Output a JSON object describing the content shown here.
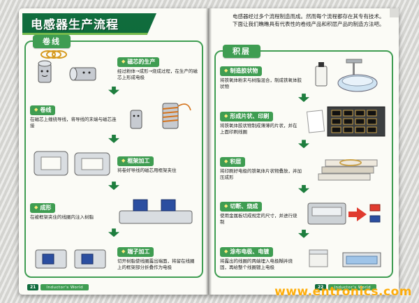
{
  "header": {
    "title": "电感器生产流程"
  },
  "intro": {
    "text": "电感器经过多个流程制造而成。然而每个流程都存在其专有技术。下面让我们瞧瞧具有代表性的卷线产品和积层产品的制造方法吧。"
  },
  "markers": {
    "diamond": "◆"
  },
  "watermark": {
    "text": "www.entronics.com"
  },
  "colors": {
    "accent_green": "#3f9d52",
    "dark_green": "#0f6b3c",
    "arrow_green": "#1e7e3e",
    "watermark_orange": "#ffaa00"
  },
  "left_page": {
    "section_label": "卷线",
    "page_number": "21",
    "footer_text": "Inductor's World",
    "steps": [
      {
        "title": "磁芯的生产",
        "desc": "经过粉体→成形→烧成过程，在生产的磁芯上形成电极"
      },
      {
        "title": "卷线",
        "desc": "在磁芯上缠绕导线，将导线的末端与磁芯连接"
      },
      {
        "title": "框架加工",
        "desc": "将卷好导线的磁芯用框架夹住"
      },
      {
        "title": "成形",
        "desc": "在被框架夹住的线圈内注入树脂"
      },
      {
        "title": "端子加工",
        "desc": "切开树脂使线圈露出端面，将留在线圈上的框架部分折叠作为电极"
      }
    ]
  },
  "right_page": {
    "section_label": "积层",
    "page_number": "22",
    "footer_text": "Inductor's World",
    "steps": [
      {
        "title": "制造胶状物",
        "desc": "将铁氧体粉末与树脂混合，制成铁氧体胶状物"
      },
      {
        "title": "形成片状、印刷",
        "desc": "将铁氧体胶状物制成薄薄的片状，并在上面印刷线圈"
      },
      {
        "title": "积层",
        "desc": "将印刷好电极的铁氧体片状物叠放，并加压成形"
      },
      {
        "title": "切断、烧成",
        "desc": "使用金属板切成规定的尺寸，并进行烧制"
      },
      {
        "title": "涂布电极、电镀",
        "desc": "将露出的线圈的两端埋入电极糊并烧固，再给整个线圈镀上电极"
      }
    ]
  }
}
